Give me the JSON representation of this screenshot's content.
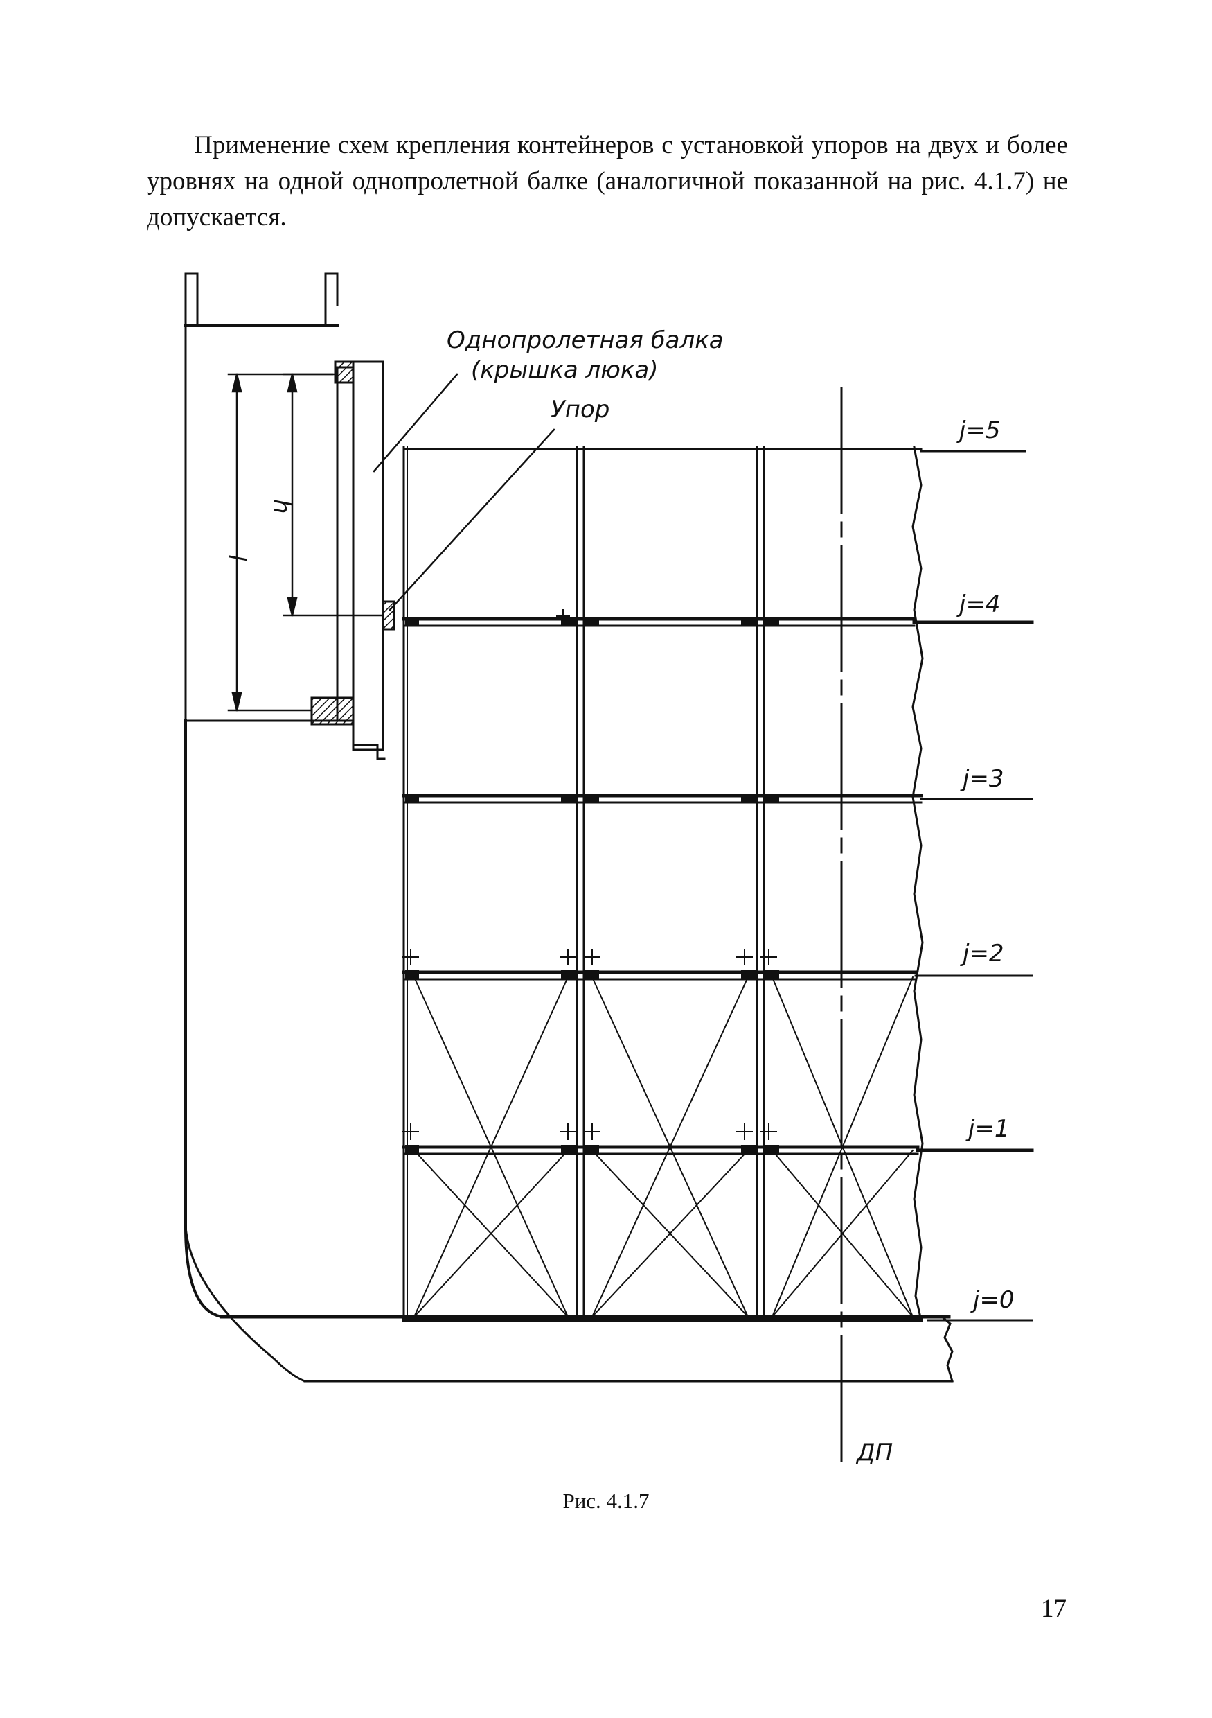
{
  "body_text": "Применение схем крепления контейнеров с установкой упоров на двух и более уровнях на одной однопролетной балке (аналогичной показанной на рис. 4.1.7) не допускается.",
  "figure": {
    "caption": "Рис. 4.1.7",
    "labels": {
      "beam_line1": "Однопролетная балка",
      "beam_line2": "(крышка люка)",
      "stop": "Упор",
      "dim_l": "l",
      "dim_h": "h",
      "centerline": "ДП"
    },
    "tiers": [
      {
        "label": "j=5"
      },
      {
        "label": "j=4"
      },
      {
        "label": "j=3"
      },
      {
        "label": "j=2"
      },
      {
        "label": "j=1"
      },
      {
        "label": "j=0"
      }
    ]
  },
  "page_number": "17"
}
